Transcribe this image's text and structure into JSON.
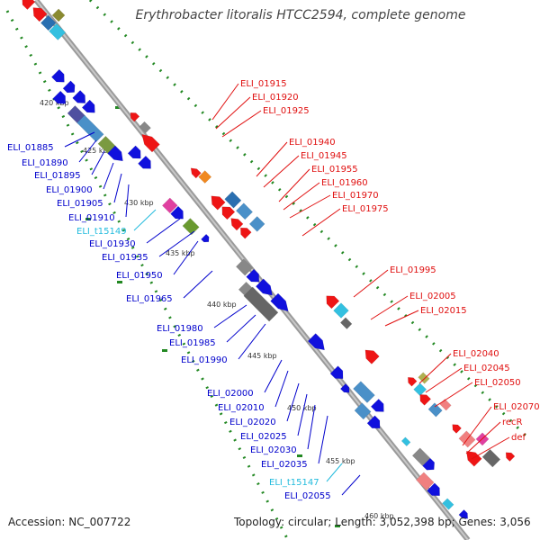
{
  "title": "Erythrobacter litoralis HTCC2594, complete genome",
  "accession": "Accession: NC_007722",
  "genome_info": "Topology: circular; Length: 3,052,398 bp; Genes: 3,056",
  "colors": {
    "forward_gene": "#0000cc",
    "reverse_gene": "#e01010",
    "trna_label": "#22bbdd",
    "backbone": "#888888",
    "tick": "#228822"
  },
  "kbp_ticks": [
    "420 kbp",
    "425 kbp",
    "430 kbp",
    "435 kbp",
    "440 kbp",
    "445 kbp",
    "450 kbp",
    "455 kbp",
    "460 kbp"
  ],
  "left_labels": [
    {
      "text": "ELI_01885",
      "type": "cds"
    },
    {
      "text": "ELI_01890",
      "type": "cds"
    },
    {
      "text": "ELI_01895",
      "type": "cds"
    },
    {
      "text": "ELI_01900",
      "type": "cds"
    },
    {
      "text": "ELI_01905",
      "type": "cds"
    },
    {
      "text": "ELI_01910",
      "type": "cds"
    },
    {
      "text": "ELI_t15149",
      "type": "trna"
    },
    {
      "text": "ELI_01930",
      "type": "cds"
    },
    {
      "text": "ELI_01935",
      "type": "cds"
    },
    {
      "text": "ELI_01950",
      "type": "cds"
    },
    {
      "text": "ELI_01965",
      "type": "cds"
    },
    {
      "text": "ELI_01980",
      "type": "cds"
    },
    {
      "text": "ELI_01985",
      "type": "cds"
    },
    {
      "text": "ELI_01990",
      "type": "cds"
    },
    {
      "text": "ELI_02000",
      "type": "cds"
    },
    {
      "text": "ELI_02010",
      "type": "cds"
    },
    {
      "text": "ELI_02020",
      "type": "cds"
    },
    {
      "text": "ELI_02025",
      "type": "cds"
    },
    {
      "text": "ELI_02030",
      "type": "cds"
    },
    {
      "text": "ELI_02035",
      "type": "cds"
    },
    {
      "text": "ELI_t15147",
      "type": "trna"
    },
    {
      "text": "ELI_02055",
      "type": "cds"
    }
  ],
  "right_labels": [
    {
      "text": "ELI_01915"
    },
    {
      "text": "ELI_01920"
    },
    {
      "text": "ELI_01925"
    },
    {
      "text": "ELI_01940"
    },
    {
      "text": "ELI_01945"
    },
    {
      "text": "ELI_01955"
    },
    {
      "text": "ELI_01960"
    },
    {
      "text": "ELI_01970"
    },
    {
      "text": "ELI_01975"
    },
    {
      "text": "ELI_01995"
    },
    {
      "text": "ELI_02005"
    },
    {
      "text": "ELI_02015"
    },
    {
      "text": "ELI_02040"
    },
    {
      "text": "ELI_02045"
    },
    {
      "text": "ELI_02050"
    },
    {
      "text": "ELI_02070"
    },
    {
      "text": "recR"
    },
    {
      "text": "def"
    }
  ]
}
